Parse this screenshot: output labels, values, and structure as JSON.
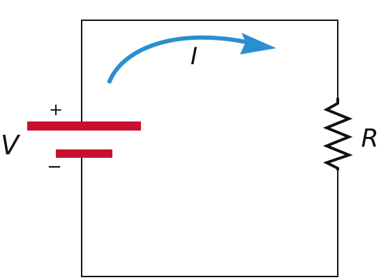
{
  "labels": {
    "voltage": "V",
    "current": "I",
    "resistance": "R",
    "plus": "+",
    "minus": "−"
  },
  "colors": {
    "wire": "#111111",
    "battery": "#c8102e",
    "arrow": "#2a8fd0",
    "background": "#ffffff"
  }
}
